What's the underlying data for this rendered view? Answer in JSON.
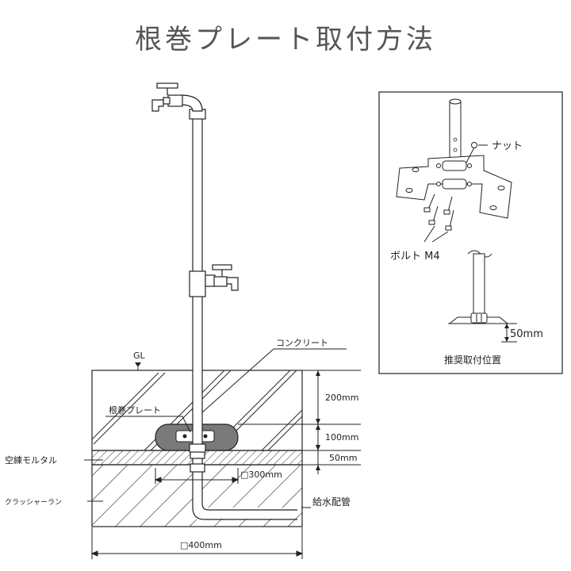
{
  "title": "根巻プレート取付方法",
  "labels": {
    "gl": "GL",
    "concrete": "コンクリート",
    "base_plate": "根巻プレート",
    "dry_mortar": "空練モルタル",
    "crusher_run": "クラッシャーラン",
    "water_pipe": "給水配管",
    "dim_200": "200mm",
    "dim_100": "100mm",
    "dim_50": "50mm",
    "dim_300": "□300mm",
    "dim_400": "□400mm"
  },
  "detail": {
    "nut": "ナット",
    "bolt": "ボルト M4",
    "dim_50": "50mm",
    "caption": "推奨取付位置"
  }
}
